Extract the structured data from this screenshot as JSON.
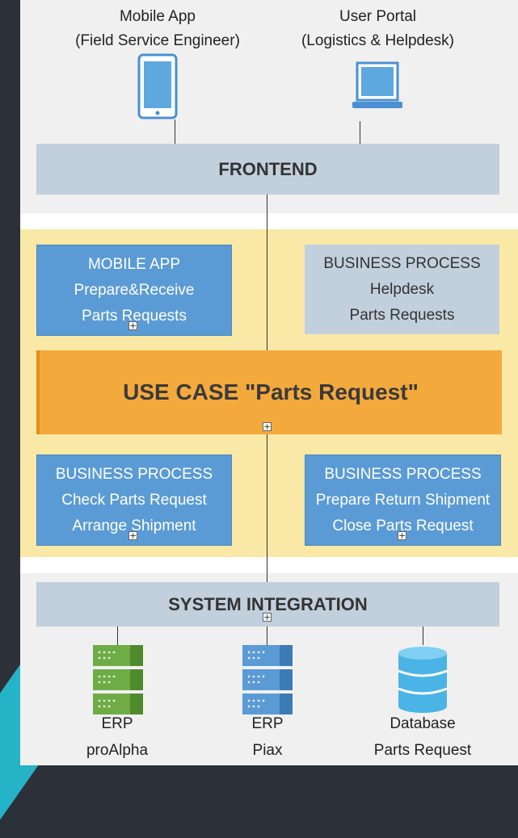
{
  "devices": {
    "mobile": {
      "line1": "Mobile App",
      "line2": "(Field Service Engineer)"
    },
    "portal": {
      "line1": "User Portal",
      "line2": "(Logistics & Helpdesk)"
    }
  },
  "frontend": {
    "label": "FRONTEND"
  },
  "boxes": {
    "mobile_app": {
      "l1": "MOBILE APP",
      "l2": "Prepare&Receive",
      "l3": "Parts Requests"
    },
    "helpdesk": {
      "l1": "BUSINESS PROCESS",
      "l2": "Helpdesk",
      "l3": "Parts Requests"
    },
    "check": {
      "l1": "BUSINESS PROCESS",
      "l2": "Check Parts Request",
      "l3": "Arrange Shipment"
    },
    "return": {
      "l1": "BUSINESS PROCESS",
      "l2": "Prepare Return Shipment",
      "l3": "Close Parts Request"
    }
  },
  "use_case": {
    "label": "USE CASE \"Parts Request\""
  },
  "integration": {
    "label": "SYSTEM INTEGRATION"
  },
  "systems": {
    "erp1": {
      "l1": "ERP",
      "l2": "proAlpha"
    },
    "erp2": {
      "l1": "ERP",
      "l2": "Piax"
    },
    "db": {
      "l1": "Database",
      "l2": "Parts Request"
    }
  },
  "colors": {
    "blue_box": "#5b9bd5",
    "gray_bar": "#c2cfdc",
    "use_case": "#f4a93d",
    "band": "#fae9a6",
    "server_green": "#6fac46",
    "server_blue": "#5b9bd5",
    "database": "#4ab4e6",
    "accent_teal": "#25b3c7"
  }
}
